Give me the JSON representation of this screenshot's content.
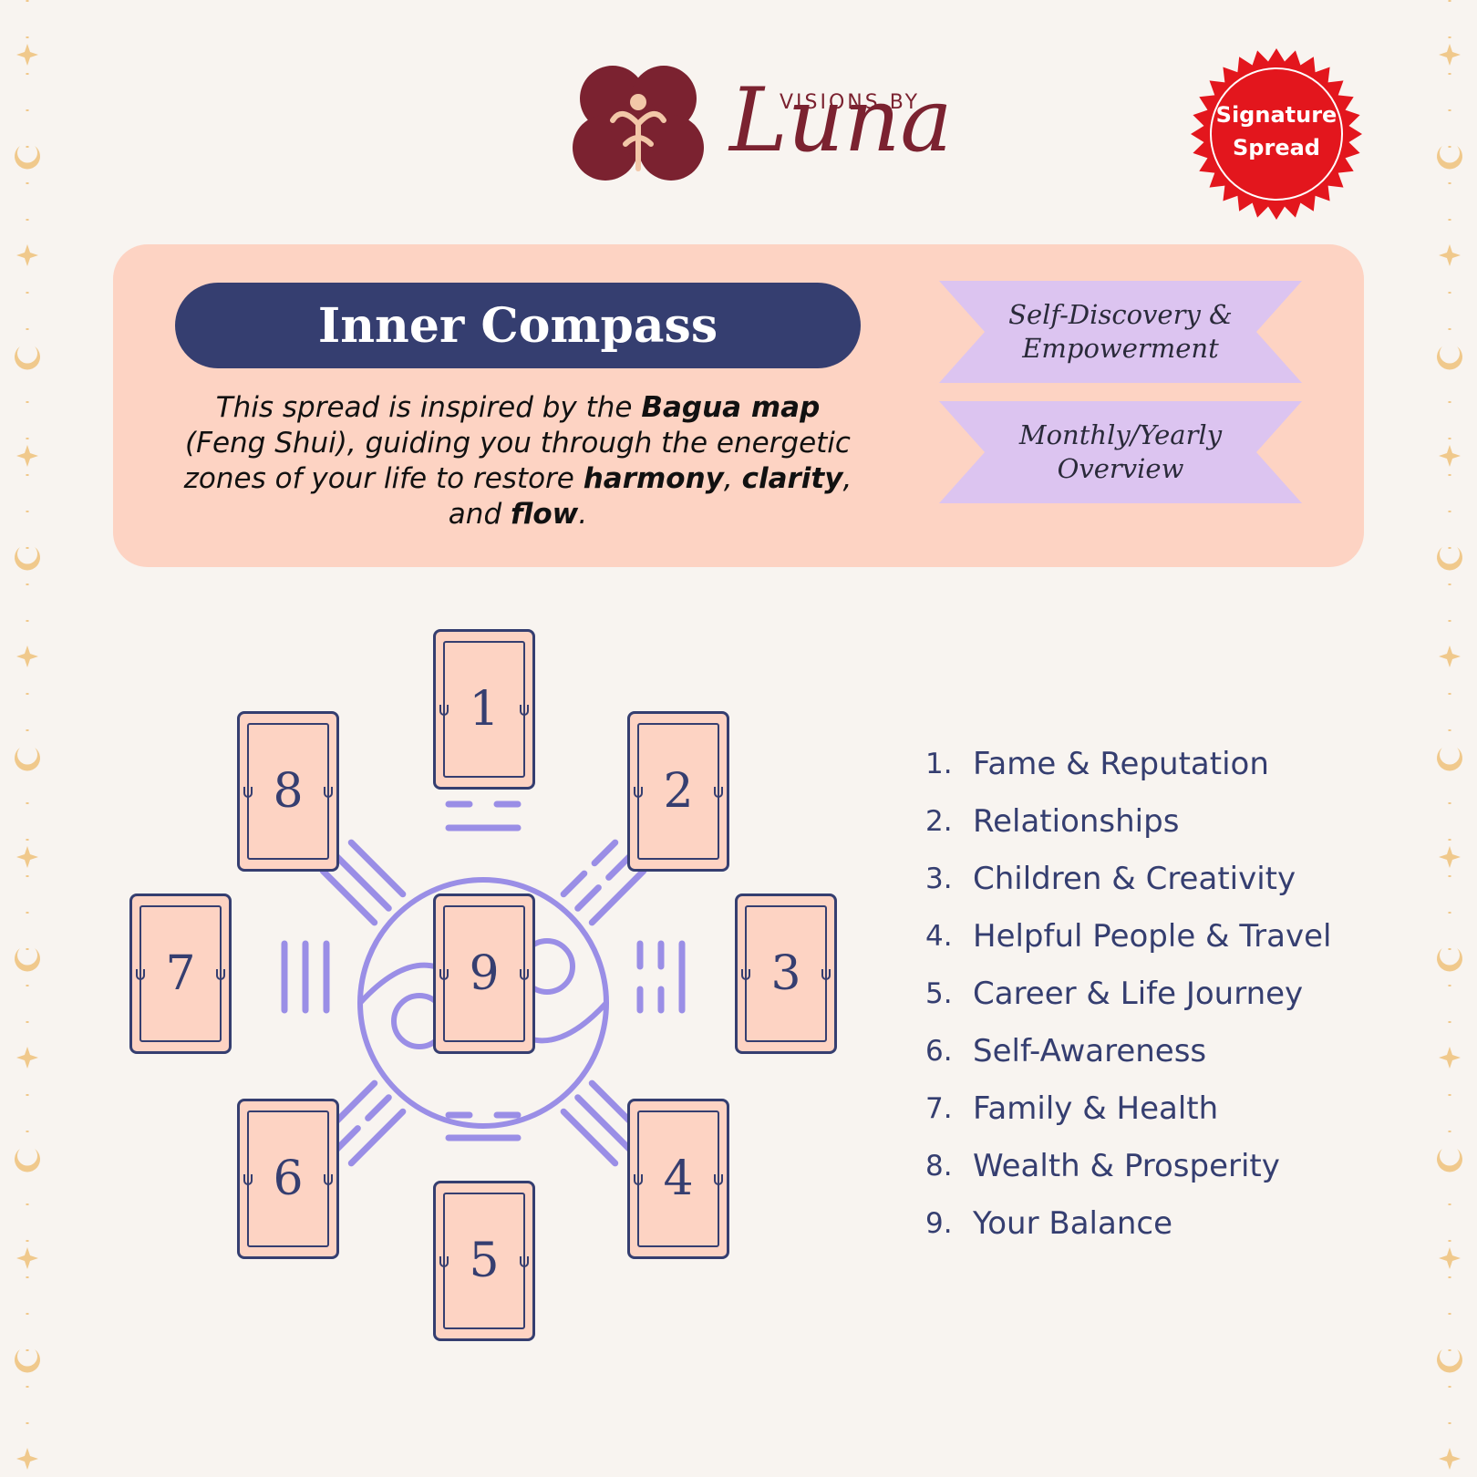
{
  "logo": {
    "small_text": "VISIONS BY",
    "big_text": "Luna"
  },
  "badge": {
    "line1": "Signature",
    "line2": "Spread"
  },
  "title": "Inner Compass",
  "description": {
    "p1": "This spread is inspired by the ",
    "b1": "Bagua map",
    "p2": " (Feng Shui), guiding you through the energetic zones of your life to restore ",
    "b2": "harmony",
    "p3": ", ",
    "b3": "clarity",
    "p4": ", and ",
    "b4": "flow",
    "p5": "."
  },
  "tags": [
    {
      "line1": "Self-Discovery &",
      "line2": "Empowerment"
    },
    {
      "line1": "Monthly/Yearly",
      "line2": "Overview"
    }
  ],
  "cards": [
    "1",
    "2",
    "3",
    "4",
    "5",
    "6",
    "7",
    "8",
    "9"
  ],
  "legend": [
    {
      "num": "1.",
      "label": "Fame & Reputation"
    },
    {
      "num": "2.",
      "label": "Relationships"
    },
    {
      "num": "3.",
      "label": "Children & Creativity"
    },
    {
      "num": "4.",
      "label": "Helpful People & Travel"
    },
    {
      "num": "5.",
      "label": "Career & Life Journey"
    },
    {
      "num": "6.",
      "label": "Self-Awareness"
    },
    {
      "num": "7.",
      "label": "Family & Health"
    },
    {
      "num": "8.",
      "label": "Wealth & Prosperity"
    },
    {
      "num": "9.",
      "label": "Your Balance"
    }
  ],
  "colors": {
    "navy": "#353e70",
    "peach": "#fdd3c3",
    "lavender": "#dcc4f0",
    "maroon": "#7b2230",
    "badge_red": "#e3161d",
    "trigram_purple": "#9a8ee6",
    "gold": "#f0c98c"
  }
}
